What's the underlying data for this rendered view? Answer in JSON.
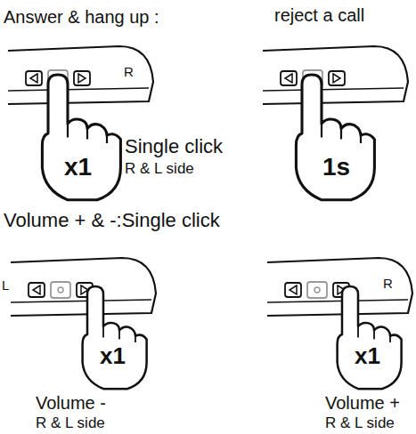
{
  "diagram": {
    "labels": [
      "Answer & hang up :",
      "reject a call",
      "R",
      "x1",
      "Single click",
      "R & L side",
      "1s",
      "Volume + & -:Single click",
      "L",
      "x1",
      "Volume -",
      "R & L side",
      "R",
      "x1",
      "Volume +",
      "R & L side"
    ]
  }
}
